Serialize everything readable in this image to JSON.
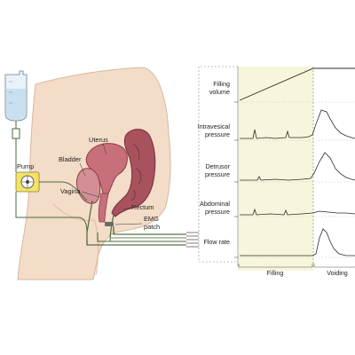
{
  "labels": {
    "pump": "Pump",
    "uterus": "Uterus",
    "bladder": "Bladder",
    "vagina": "Vagina",
    "rectum": "Rectum",
    "emg_line1": "EMG",
    "emg_line2": "patch"
  },
  "traces": [
    {
      "line1": "Filling",
      "line2": "volume",
      "line3": ""
    },
    {
      "line1": "Intravesical",
      "line2": "pressure",
      "line3": ""
    },
    {
      "line1": "Detrusor",
      "line2": "pressure",
      "line3": ""
    },
    {
      "line1": "Abdominal",
      "line2": "pressure",
      "line3": ""
    },
    {
      "line1": "Flow rate",
      "line2": "",
      "line3": ""
    }
  ],
  "phases": {
    "filling": "Filling",
    "voiding": "Voiding"
  },
  "colors": {
    "skin": "#f3dcc8",
    "skin_edge": "#d9b8a0",
    "organ": "#a8525e",
    "organ_light": "#d48f96",
    "filling_bg": "#f7f6dc",
    "trace": "#2b2b2b",
    "tube": "#4a6a3a",
    "pump_body": "#f1e26a",
    "fluid_bag": "#c9e0f0"
  }
}
